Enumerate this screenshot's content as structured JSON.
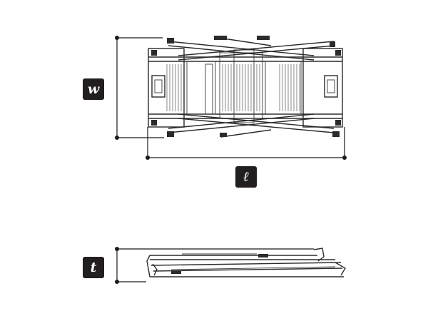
{
  "labels": {
    "width": "w",
    "length": "ℓ",
    "thickness": "t"
  },
  "colors": {
    "badge": "#231f20",
    "line": "#1a1a1a",
    "badge_text": "#ffffff"
  }
}
